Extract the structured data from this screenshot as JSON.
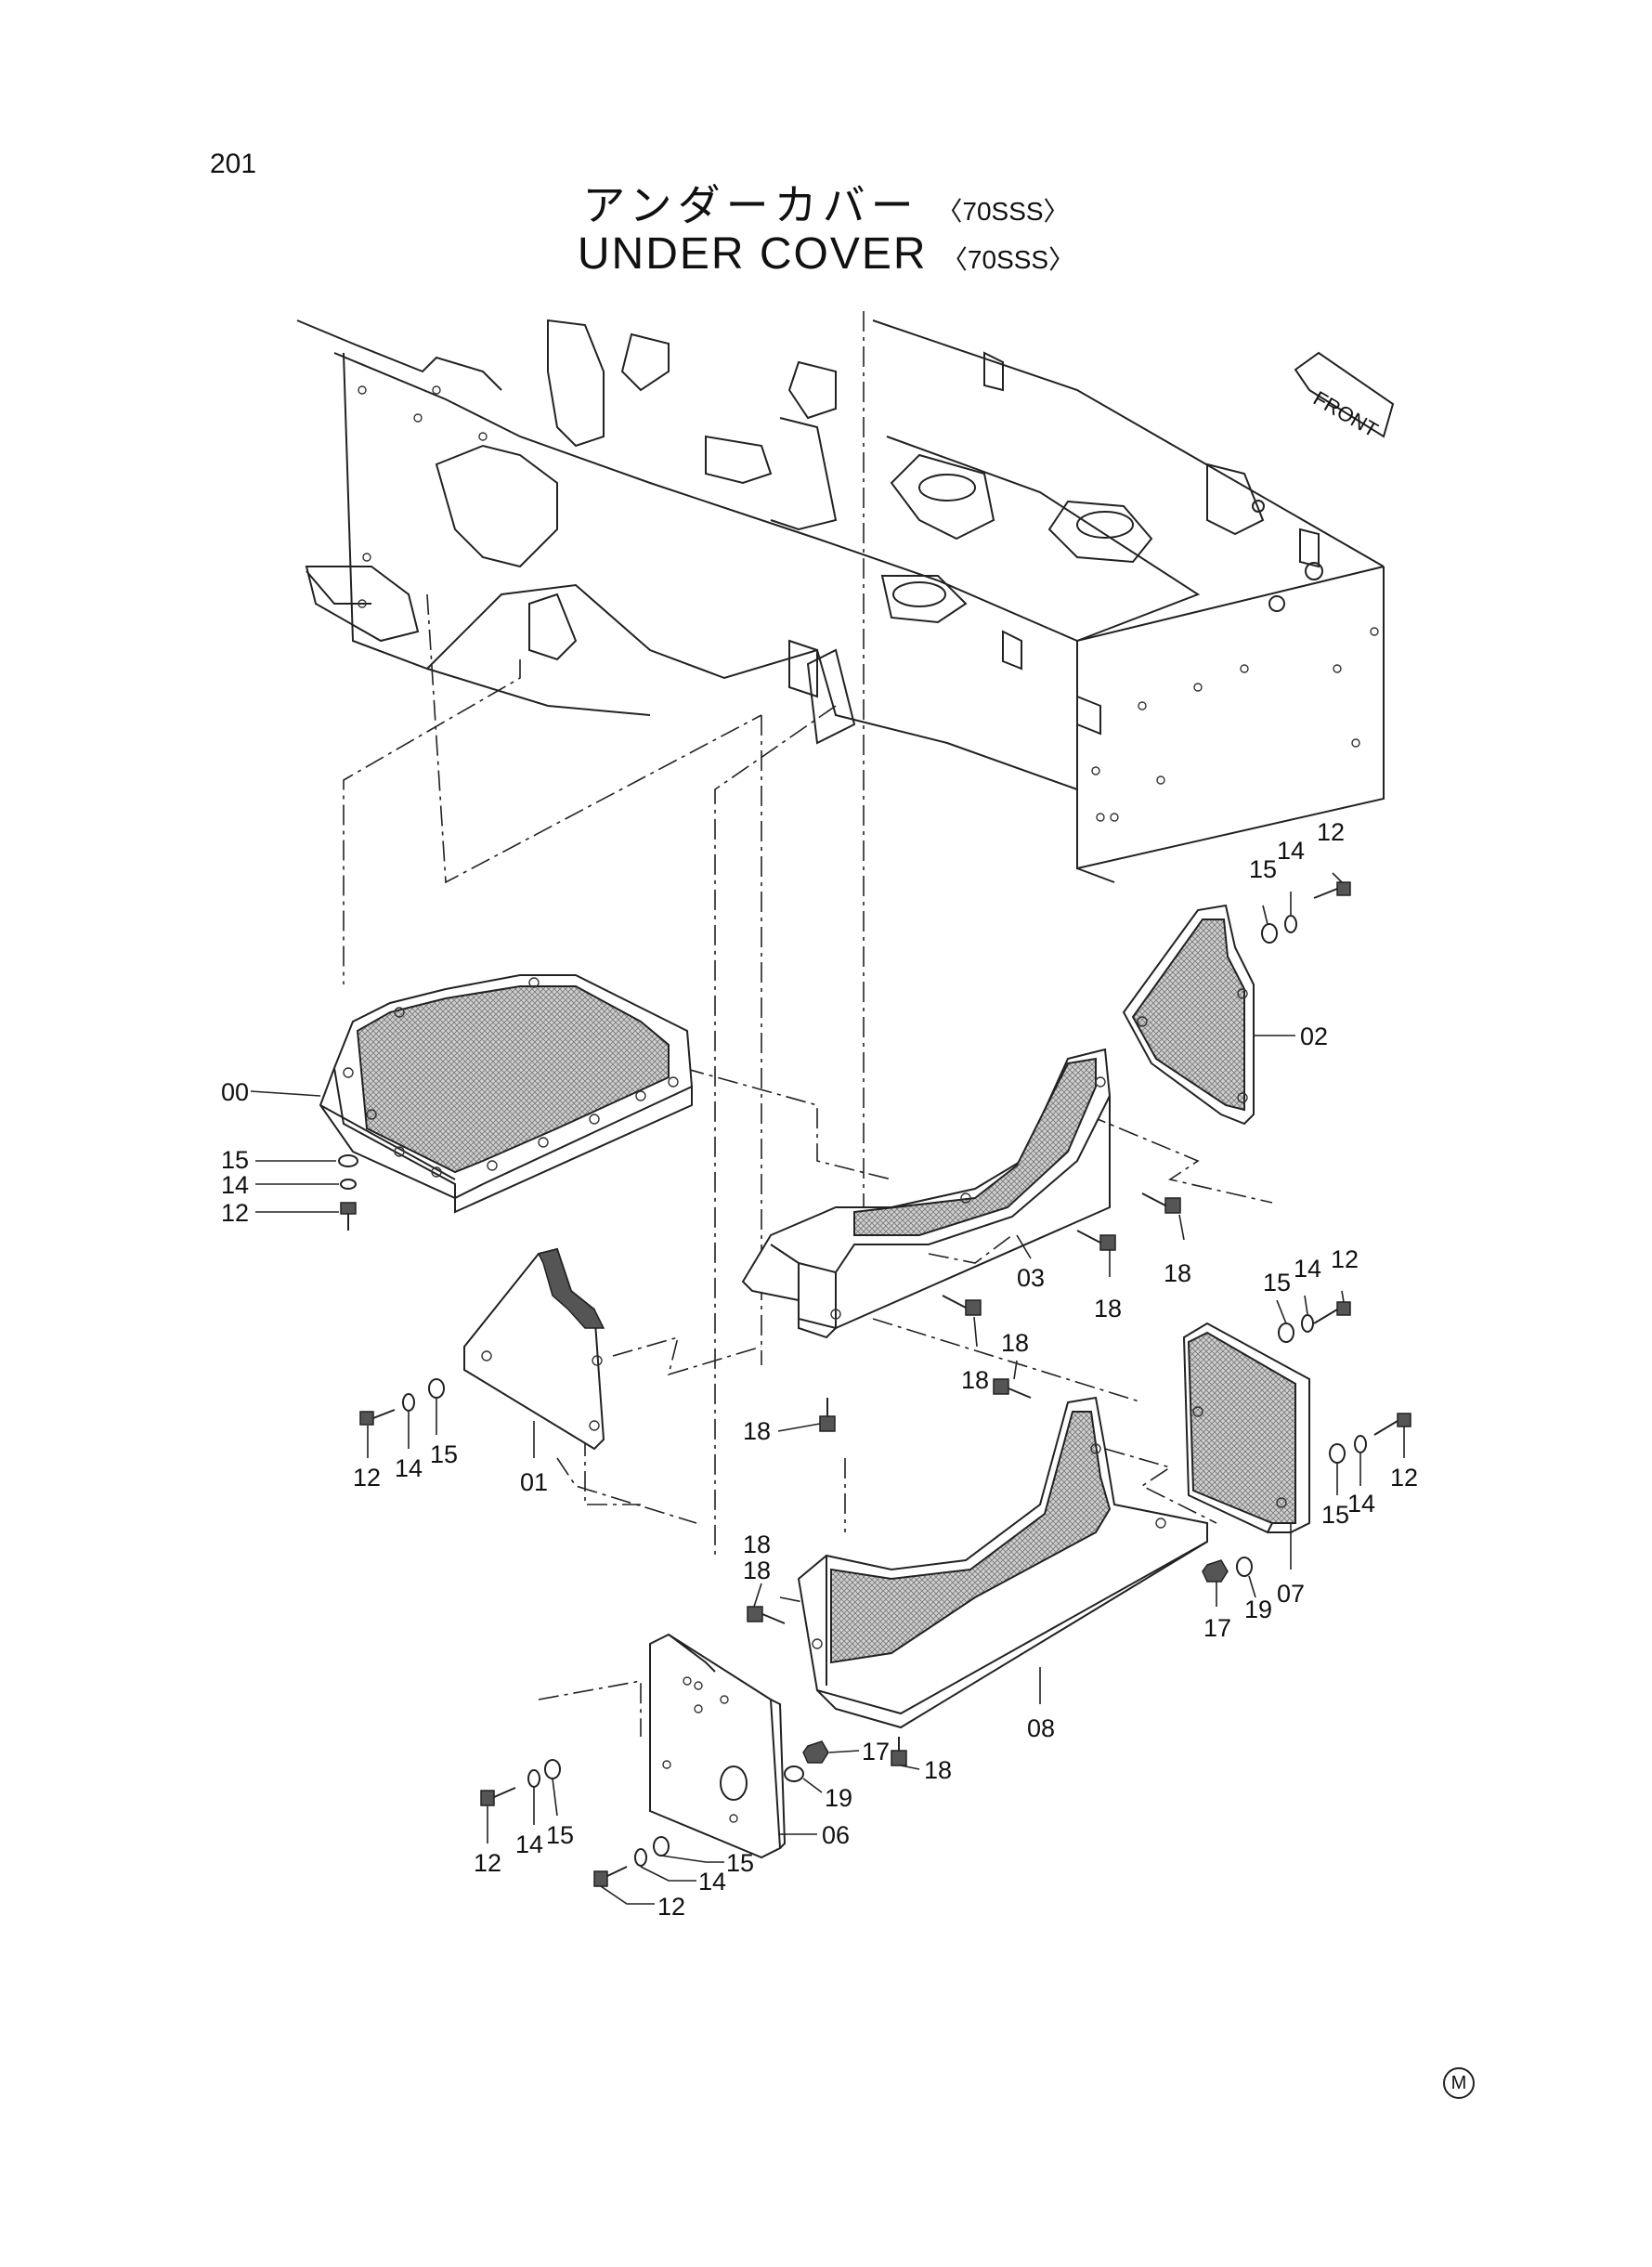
{
  "page_number": "201",
  "title_jp": "アンダーカバー",
  "title_en": "UNDER  COVER",
  "model": "〈70SSS〉",
  "front_label": "FRONT",
  "manufacturer_mark": "M",
  "callouts": {
    "c00": "00",
    "c01": "01",
    "c02": "02",
    "c03": "03",
    "c06": "06",
    "c07": "07",
    "c08": "08",
    "c12a": "12",
    "c14a": "14",
    "c15a": "15",
    "c12b": "12",
    "c14b": "14",
    "c15b": "15",
    "c12c": "12",
    "c14c": "14",
    "c15c": "15",
    "c12d": "12",
    "c14d": "14",
    "c15d": "15",
    "c12e": "12",
    "c14e": "14",
    "c15e": "15",
    "c12f": "12",
    "c14f": "14",
    "c15f": "15",
    "c12g": "12",
    "c14g": "14",
    "c15g": "15",
    "c17a": "17",
    "c19a": "19",
    "c17b": "17",
    "c19b": "19",
    "c18a": "18",
    "c18b": "18",
    "c18c": "18",
    "c18d": "18",
    "c18e": "18",
    "c18f": "18",
    "c18g": "18",
    "c18h": "18"
  }
}
